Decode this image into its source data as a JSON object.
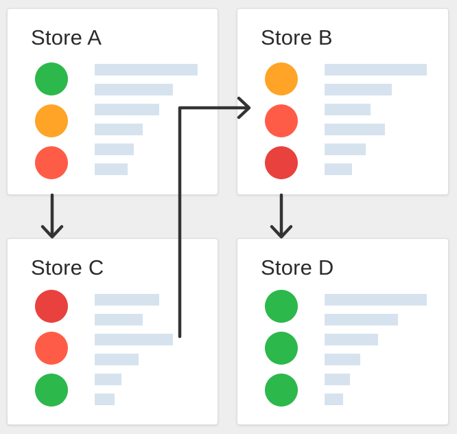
{
  "colors": {
    "green": "#2cb84b",
    "orange": "#ffa426",
    "red_orange": "#ff5c47",
    "red": "#e9413d",
    "bar": "#d6e3ee",
    "arrow": "#333333"
  },
  "stores": [
    {
      "title": "Store A",
      "indicators": [
        {
          "status": "green",
          "color": "#2cb84b"
        },
        {
          "status": "orange",
          "color": "#ffa426"
        },
        {
          "status": "red-orange",
          "color": "#ff5c47"
        }
      ],
      "bar_levels": [
        1.0,
        0.76,
        0.63,
        0.47,
        0.38,
        0.32
      ]
    },
    {
      "title": "Store B",
      "indicators": [
        {
          "status": "orange",
          "color": "#ffa426"
        },
        {
          "status": "red-orange",
          "color": "#ff5c47"
        },
        {
          "status": "red",
          "color": "#e9413d"
        }
      ],
      "bar_levels": [
        1.0,
        0.66,
        0.45,
        0.59,
        0.4,
        0.27
      ]
    },
    {
      "title": "Store C",
      "indicators": [
        {
          "status": "red",
          "color": "#e9413d"
        },
        {
          "status": "red-orange",
          "color": "#ff5c47"
        },
        {
          "status": "green",
          "color": "#2cb84b"
        }
      ],
      "bar_levels": [
        0.82,
        0.58,
        1.0,
        0.56,
        0.34,
        0.23
      ]
    },
    {
      "title": "Store D",
      "indicators": [
        {
          "status": "green",
          "color": "#2cb84b"
        },
        {
          "status": "green",
          "color": "#2cb84b"
        },
        {
          "status": "green",
          "color": "#2cb84b"
        }
      ],
      "bar_levels": [
        1.0,
        0.72,
        0.52,
        0.35,
        0.25,
        0.18
      ]
    }
  ],
  "flows": [
    {
      "from": "Store A",
      "to": "Store C"
    },
    {
      "from": "Store C",
      "to": "Store B"
    },
    {
      "from": "Store B",
      "to": "Store D"
    }
  ]
}
